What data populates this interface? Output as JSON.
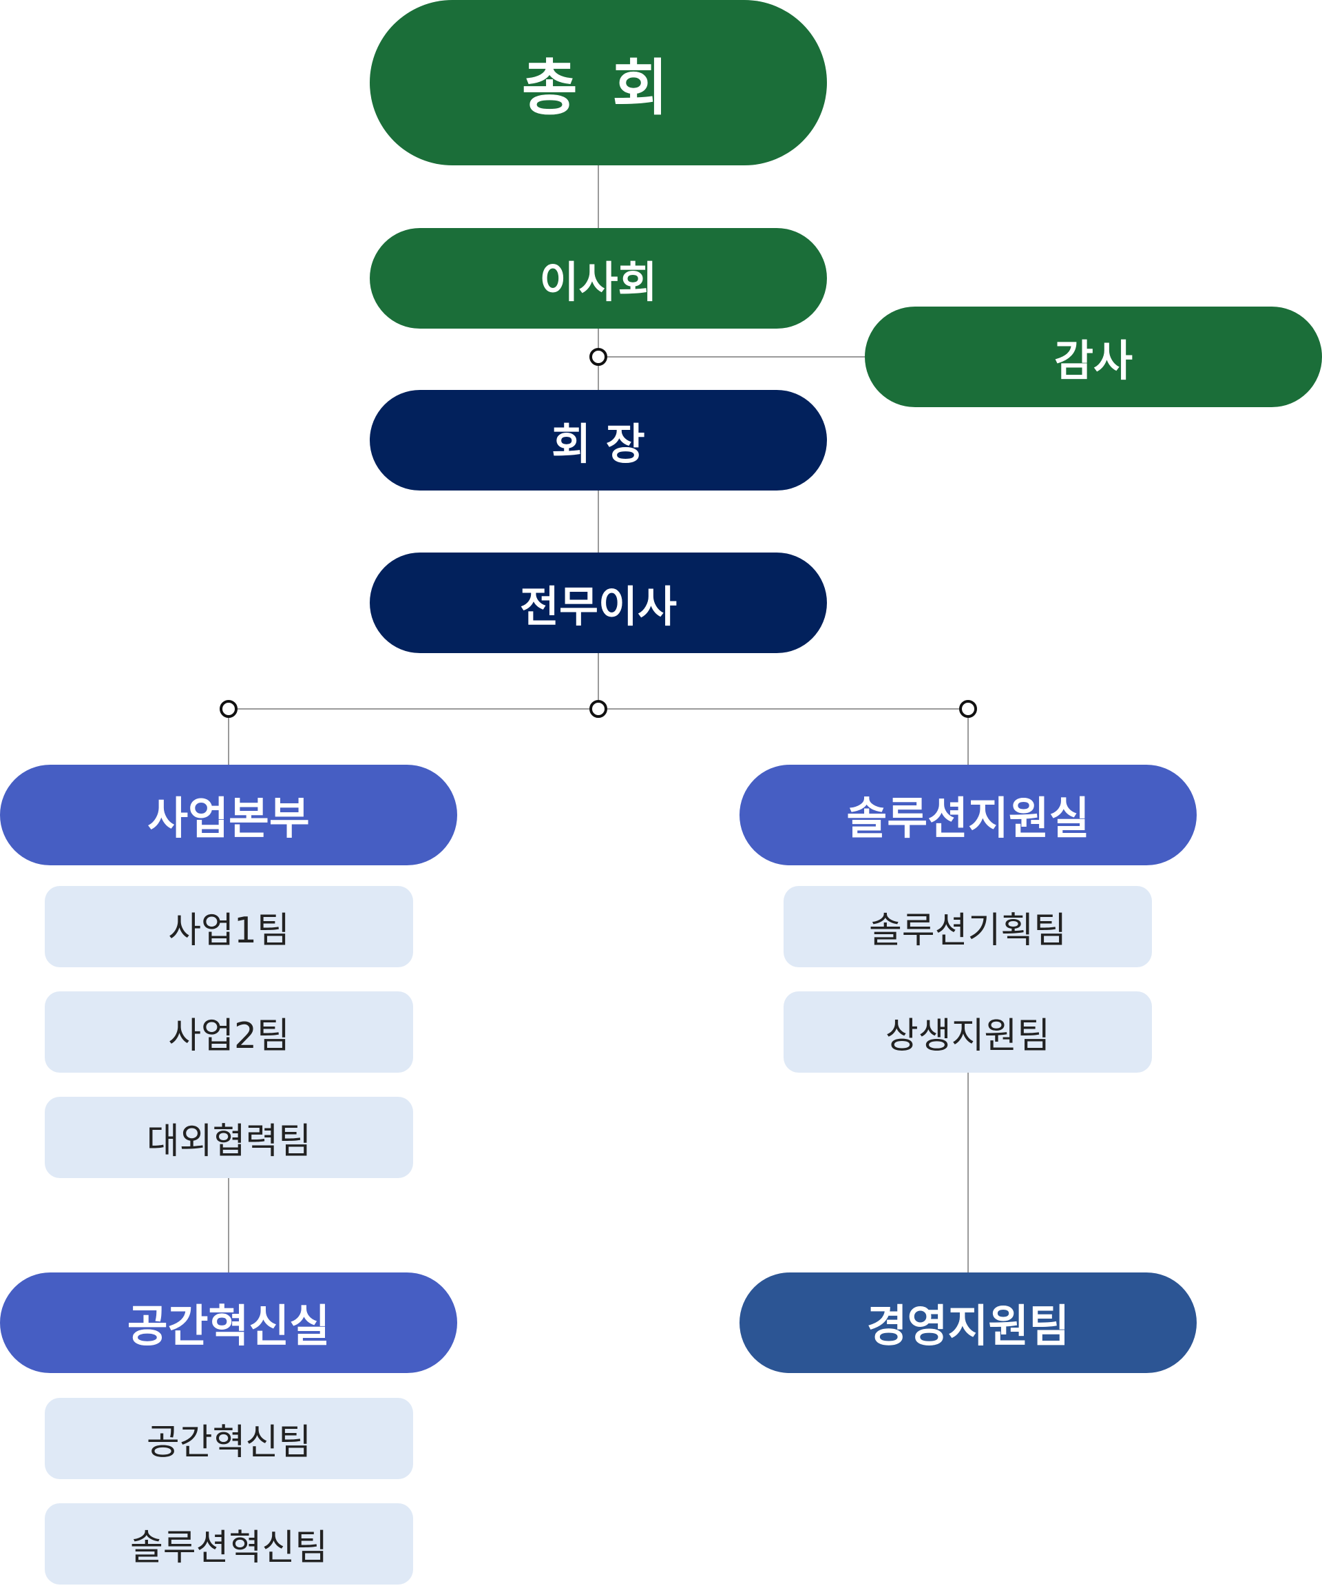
{
  "org_chart": {
    "assembly": {
      "label": "총 회"
    },
    "board": {
      "label": "이사회"
    },
    "auditor": {
      "label": "감사"
    },
    "president": {
      "label": "회 장"
    },
    "managing_director": {
      "label": "전무이사"
    },
    "business_division": {
      "label": "사업본부",
      "teams": [
        "사업1팀",
        "사업2팀",
        "대외협력팀"
      ]
    },
    "space_innovation": {
      "label": "공간혁신실",
      "teams": [
        "공간혁신팀",
        "솔루션혁신팀"
      ]
    },
    "solution_support": {
      "label": "솔루션지원실",
      "teams": [
        "솔루션기획팀",
        "상생지원팀"
      ]
    },
    "management_support": {
      "label": "경영지원팀"
    }
  },
  "colors": {
    "governance_green": "#1b6e39",
    "executive_navy": "#02215c",
    "division_blue": "#465ec3",
    "management_steel": "#2c5594",
    "team_box": "#dfe9f6",
    "connector": "#9a9a9a"
  }
}
